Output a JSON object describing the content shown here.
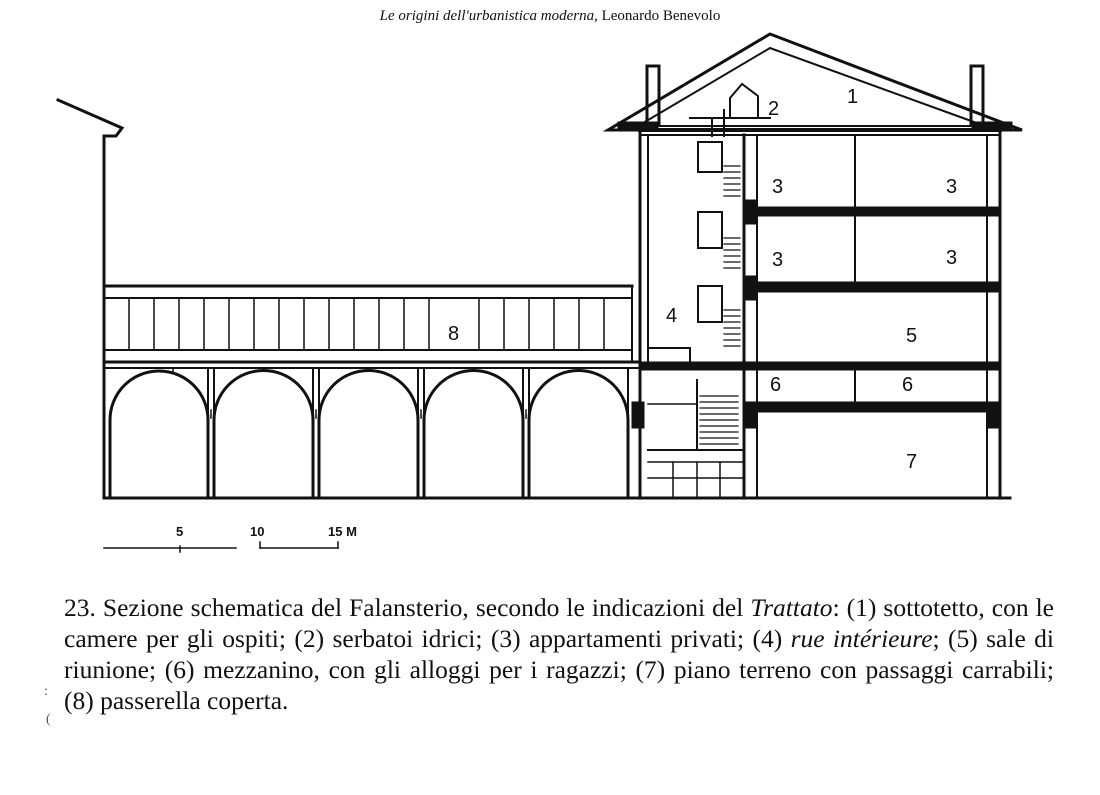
{
  "header": {
    "book_title": "Le origini dell'urbanistica moderna,",
    "author": "Leonardo Benevolo"
  },
  "diagram": {
    "labels": {
      "l1": "1",
      "l2": "2",
      "l3a": "3",
      "l3b": "3",
      "l3c": "3",
      "l3d": "3",
      "l4": "4",
      "l5": "5",
      "l6a": "6",
      "l6b": "6",
      "l7": "7",
      "l8": "8"
    },
    "scale": {
      "s5": "5",
      "s10": "10",
      "s15": "15 M"
    }
  },
  "caption": {
    "p1": "23. Sezione schematica del Falansterio, secondo le indicazioni del ",
    "p2_it": "Trattato",
    "p3": ": (1) sottotetto, con le camere per gli ospiti; (2) serbatoi idrici; (3) appartamenti privati; (4) ",
    "p4_it": "rue intérieure",
    "p5": "; (5) sale di riunione; (6) mezzanino, con gli alloggi per i ragazzi; (7) piano terreno con passaggi carrabili; (8) passerella coperta."
  },
  "margin_marks": {
    "m1": ":",
    "m2": "("
  }
}
